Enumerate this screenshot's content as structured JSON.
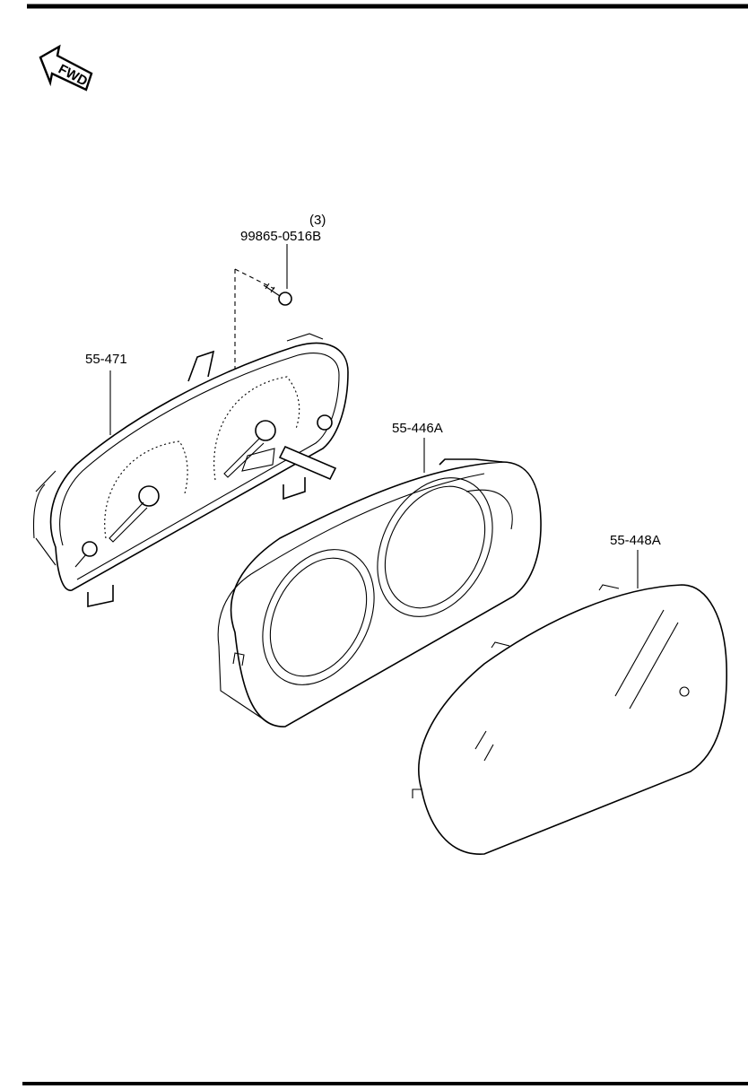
{
  "fwd_label": "FWD",
  "parts": [
    {
      "part_no": "99865-0516B",
      "qty": "(3)"
    },
    {
      "part_no": "55-471"
    },
    {
      "part_no": "55-446A"
    },
    {
      "part_no": "55-448A"
    }
  ]
}
